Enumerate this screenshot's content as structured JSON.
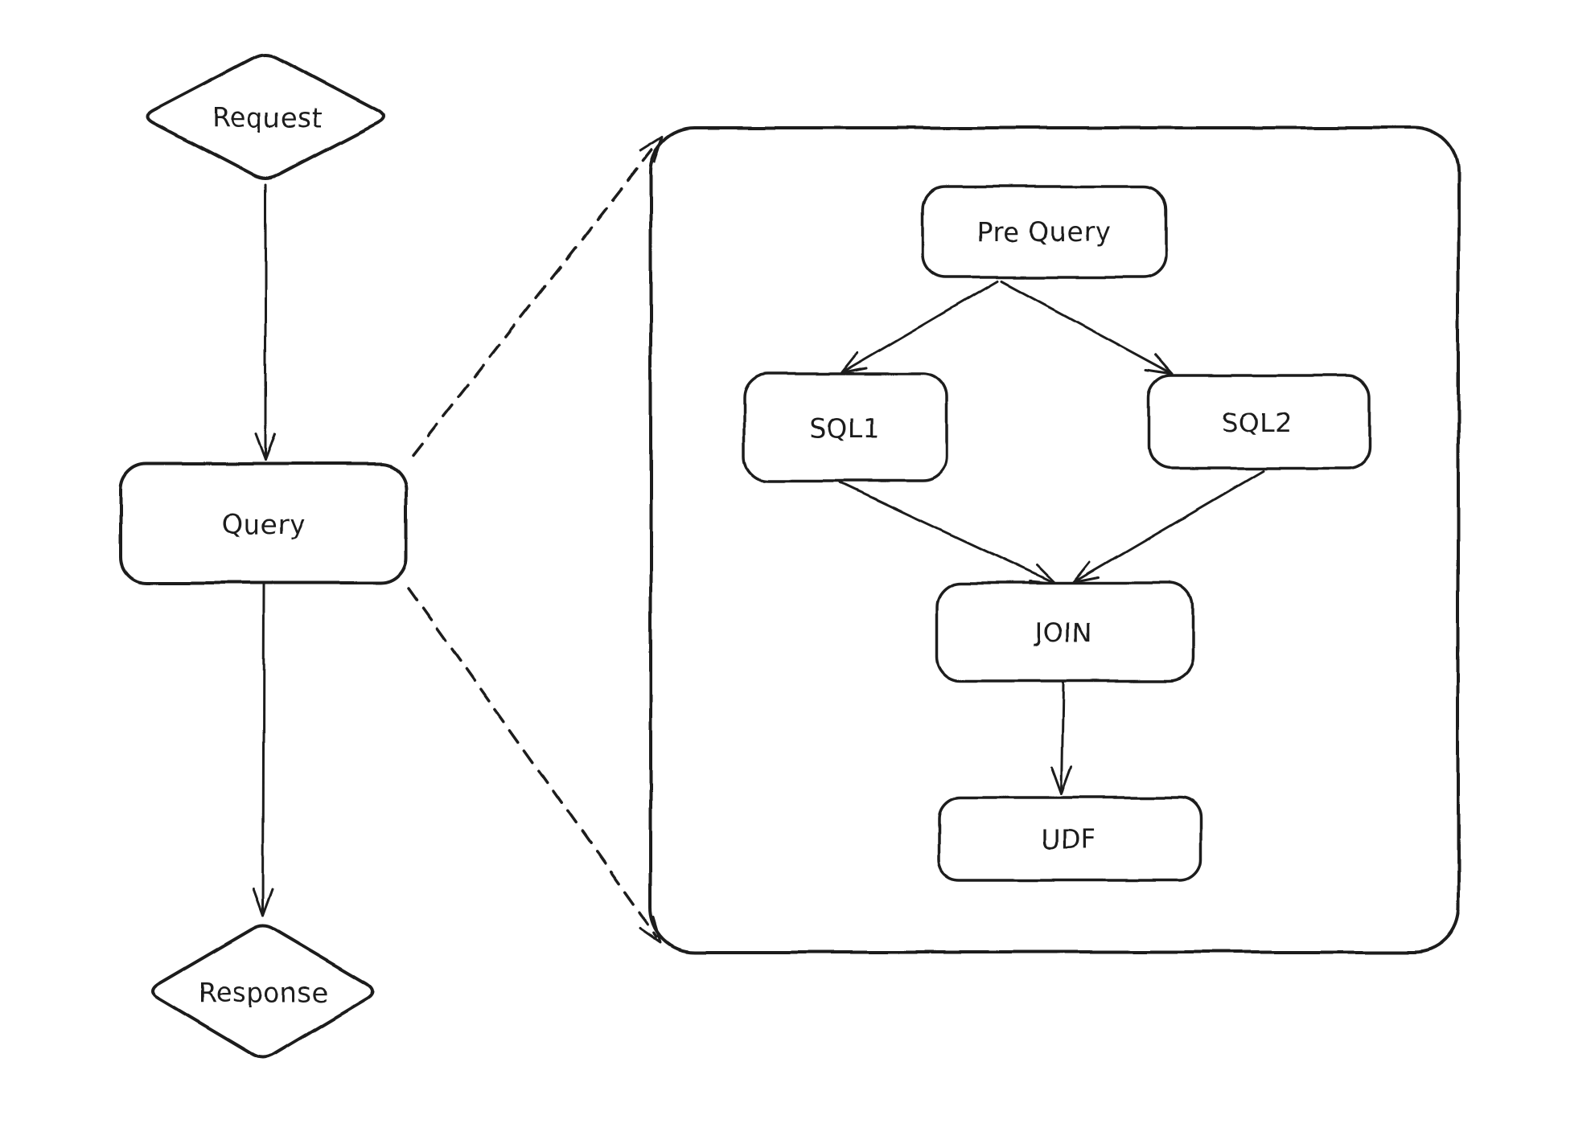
{
  "diagram": {
    "type": "flowchart",
    "colors": {
      "stroke": "#1e1e1e",
      "background": "#ffffff"
    },
    "flow": {
      "nodes": {
        "request": {
          "label": "Request",
          "shape": "diamond"
        },
        "query": {
          "label": "Query",
          "shape": "rounded-rectangle"
        },
        "response": {
          "label": "Response",
          "shape": "diamond"
        }
      },
      "edges": [
        {
          "from": "request",
          "to": "query",
          "style": "solid-arrow"
        },
        {
          "from": "query",
          "to": "response",
          "style": "solid-arrow"
        },
        {
          "from": "query",
          "to": "detail-container-top-left",
          "style": "dashed-arrow"
        },
        {
          "from": "query",
          "to": "detail-container-bottom-left",
          "style": "dashed-arrow"
        }
      ]
    },
    "detail": {
      "container": {
        "shape": "rounded-rectangle",
        "represents": "query"
      },
      "nodes": {
        "pre_query": {
          "label": "Pre Query",
          "shape": "rounded-rectangle"
        },
        "sql1": {
          "label": "SQL1",
          "shape": "rounded-rectangle"
        },
        "sql2": {
          "label": "SQL2",
          "shape": "rounded-rectangle"
        },
        "join": {
          "label": "JOIN",
          "shape": "rounded-rectangle"
        },
        "udf": {
          "label": "UDF",
          "shape": "rounded-rectangle"
        }
      },
      "edges": [
        {
          "from": "pre_query",
          "to": "sql1",
          "style": "solid-arrow"
        },
        {
          "from": "pre_query",
          "to": "sql2",
          "style": "solid-arrow"
        },
        {
          "from": "sql1",
          "to": "join",
          "style": "solid-arrow"
        },
        {
          "from": "sql2",
          "to": "join",
          "style": "solid-arrow"
        },
        {
          "from": "join",
          "to": "udf",
          "style": "solid-arrow"
        }
      ]
    }
  }
}
